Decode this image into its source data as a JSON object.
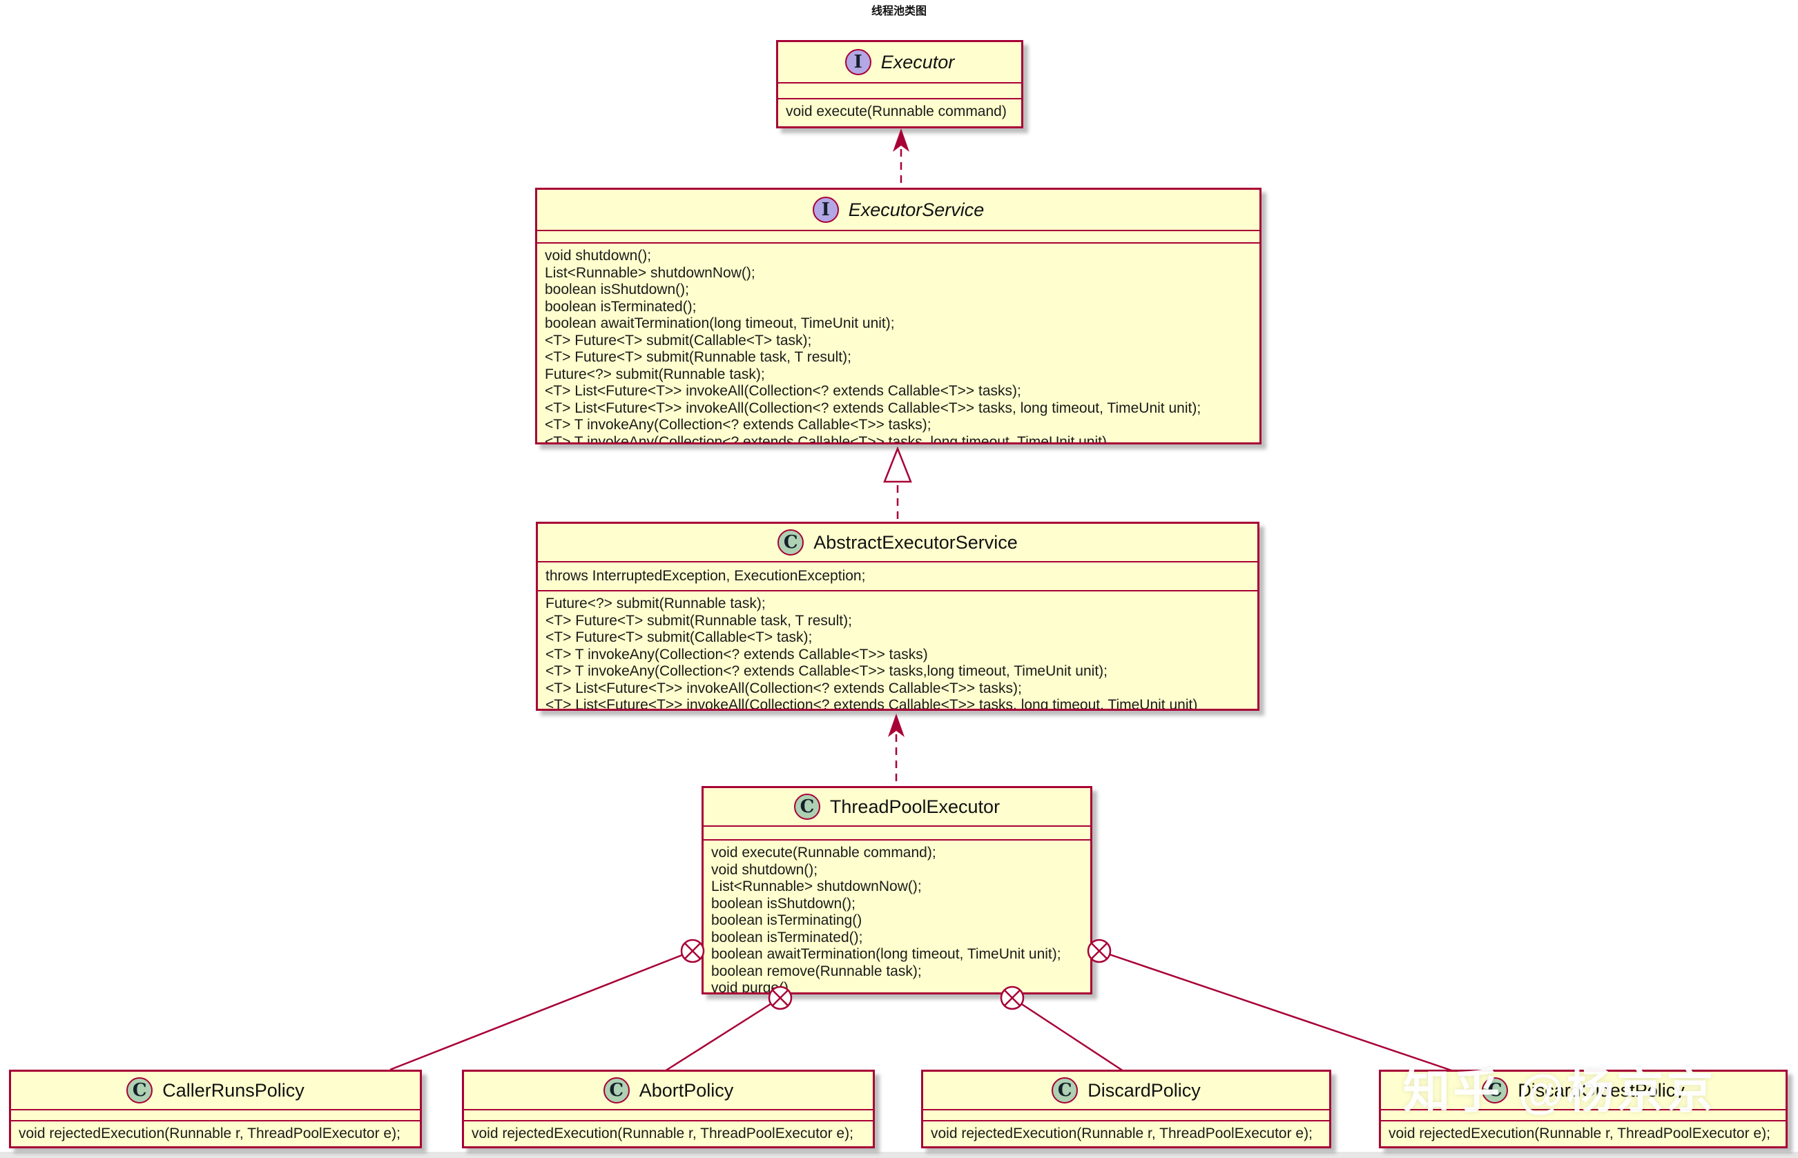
{
  "page": {
    "title": "线程池类图",
    "watermark": "知乎 @杨京京"
  },
  "colors": {
    "box_fill": "#FEFECE",
    "box_border": "#A80036",
    "line": "#A80036",
    "interface_icon_fill": "#B4A7E5",
    "class_icon_fill": "#ADD1B2",
    "shadow_gray": "#6E6E6E"
  },
  "classes": [
    {
      "id": "executor",
      "kind": "interface",
      "letter": "I",
      "name": "Executor",
      "fields": [],
      "methods": [
        "void execute(Runnable command)"
      ]
    },
    {
      "id": "executor-service",
      "kind": "interface",
      "letter": "I",
      "name": "ExecutorService",
      "fields": [],
      "methods": [
        "void shutdown();",
        "List<Runnable> shutdownNow();",
        "boolean isShutdown();",
        "boolean isTerminated();",
        "boolean awaitTermination(long timeout, TimeUnit unit);",
        "<T> Future<T> submit(Callable<T> task);",
        "<T> Future<T> submit(Runnable task, T result);",
        "Future<?> submit(Runnable task);",
        "<T> List<Future<T>> invokeAll(Collection<? extends Callable<T>> tasks);",
        "<T> List<Future<T>> invokeAll(Collection<? extends Callable<T>> tasks, long timeout, TimeUnit unit);",
        "<T> T invokeAny(Collection<? extends Callable<T>> tasks);",
        "<T> T invokeAny(Collection<? extends Callable<T>> tasks, long timeout, TimeUnit unit)"
      ]
    },
    {
      "id": "abstract-executor-service",
      "kind": "class",
      "letter": "C",
      "name": "AbstractExecutorService",
      "fields": [
        "throws InterruptedException, ExecutionException;"
      ],
      "methods": [
        "Future<?> submit(Runnable task);",
        "<T> Future<T> submit(Runnable task, T result);",
        "<T> Future<T> submit(Callable<T> task);",
        "<T> T invokeAny(Collection<? extends Callable<T>> tasks)",
        "<T> T invokeAny(Collection<? extends Callable<T>> tasks,long timeout, TimeUnit unit);",
        "<T> List<Future<T>> invokeAll(Collection<? extends Callable<T>> tasks);",
        "<T> List<Future<T>> invokeAll(Collection<? extends Callable<T>> tasks, long timeout, TimeUnit unit)"
      ]
    },
    {
      "id": "thread-pool-executor",
      "kind": "class",
      "letter": "C",
      "name": "ThreadPoolExecutor",
      "fields": [],
      "methods": [
        "void execute(Runnable command);",
        "void shutdown();",
        "List<Runnable> shutdownNow();",
        "boolean isShutdown();",
        "boolean isTerminating()",
        "boolean isTerminated();",
        "boolean awaitTermination(long timeout, TimeUnit unit);",
        "boolean remove(Runnable task);",
        "void purge()"
      ]
    },
    {
      "id": "caller-runs-policy",
      "kind": "class",
      "letter": "C",
      "name": "CallerRunsPolicy",
      "fields": [],
      "methods": [
        "void rejectedExecution(Runnable r, ThreadPoolExecutor e);"
      ]
    },
    {
      "id": "abort-policy",
      "kind": "class",
      "letter": "C",
      "name": "AbortPolicy",
      "fields": [],
      "methods": [
        "void rejectedExecution(Runnable r, ThreadPoolExecutor e);"
      ]
    },
    {
      "id": "discard-policy",
      "kind": "class",
      "letter": "C",
      "name": "DiscardPolicy",
      "fields": [],
      "methods": [
        "void rejectedExecution(Runnable r, ThreadPoolExecutor e);"
      ]
    },
    {
      "id": "discard-oldest-policy",
      "kind": "class",
      "letter": "C",
      "name": "DiscardOldestPolicy",
      "fields": [],
      "methods": [
        "void rejectedExecution(Runnable r, ThreadPoolExecutor e);"
      ]
    }
  ]
}
